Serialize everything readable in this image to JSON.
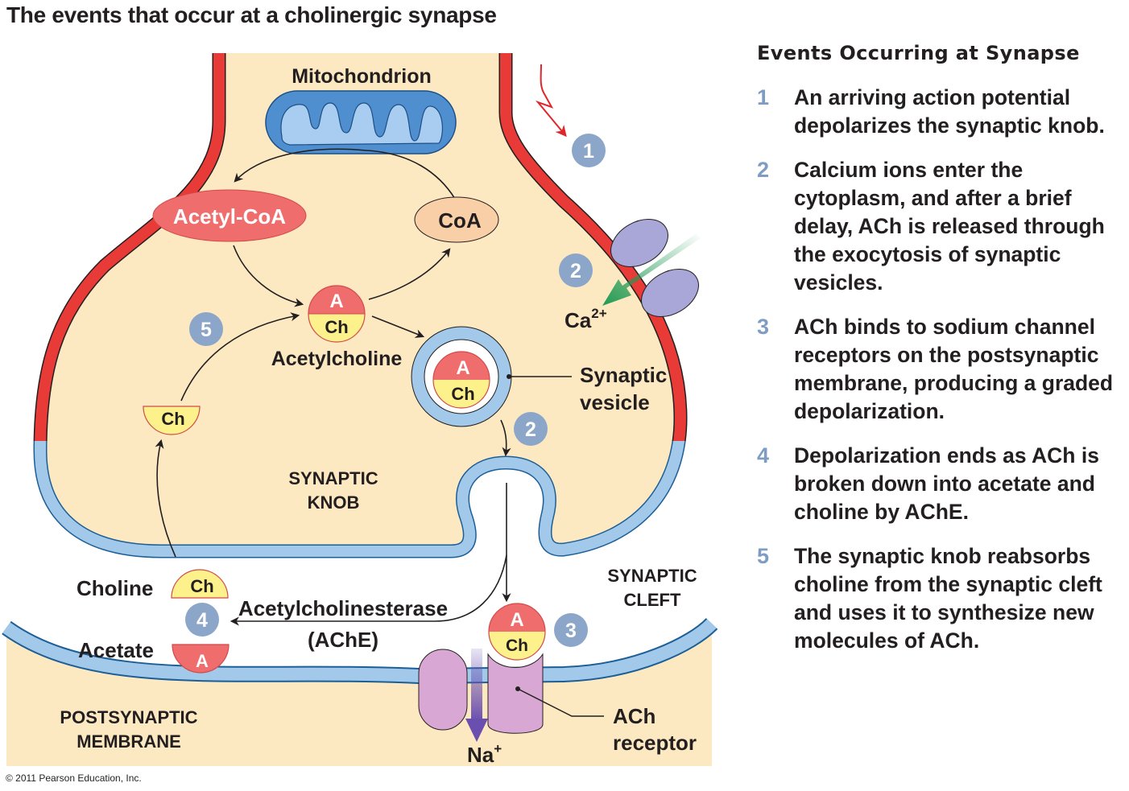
{
  "title": "The events that occur at a cholinergic synapse",
  "copyright": "© 2011 Pearson Education, Inc.",
  "colors": {
    "cytoplasm": "#fde9c1",
    "membrane_red": "#e83a36",
    "membrane_blue": "#a2c8ea",
    "acetyl": "#ef6d6d",
    "choline": "#fdf18c",
    "coa": "#f9cfa8",
    "mito_outer": "#4f8fcf",
    "mito_inner": "#a9cdf0",
    "ca_channel": "#a9a6d8",
    "receptor": "#d9a7d3",
    "badge": "#8ba6c8",
    "ca_arrow": "#1f9a55",
    "na_arrow": "#6a4fb0"
  },
  "diagram": {
    "mitochondrion": "Mitochondrion",
    "acetyl_coa": "Acetyl-CoA",
    "coa": "CoA",
    "acetylcholine": "Acetylcholine",
    "a": "A",
    "ch": "Ch",
    "synaptic_vesicle_line1": "Synaptic",
    "synaptic_vesicle_line2": "vesicle",
    "calcium": "Ca",
    "calcium_charge": "2+",
    "synaptic_knob_line1": "SYNAPTIC",
    "synaptic_knob_line2": "KNOB",
    "synaptic_cleft_line1": "SYNAPTIC",
    "synaptic_cleft_line2": "CLEFT",
    "choline": "Choline",
    "acetate": "Acetate",
    "ache_line1": "Acetylcholinesterase",
    "ache_line2": "(AChE)",
    "postsynaptic_line1": "POSTSYNAPTIC",
    "postsynaptic_line2": "MEMBRANE",
    "ach_receptor_line1": "ACh",
    "ach_receptor_line2": "receptor",
    "sodium": "Na",
    "sodium_charge": "+",
    "badges": [
      "1",
      "2",
      "2",
      "3",
      "4",
      "5"
    ]
  },
  "events_panel": {
    "heading": "Events Occurring at Synapse",
    "events": [
      {
        "number": "1",
        "text": "An arriving action potential depolarizes the synaptic knob."
      },
      {
        "number": "2",
        "text": "Calcium ions enter the cytoplasm, and after a brief delay, ACh is released through the exocytosis of synaptic vesicles."
      },
      {
        "number": "3",
        "text": "ACh binds to sodium channel receptors on the postsynaptic membrane, producing a graded depolarization."
      },
      {
        "number": "4",
        "text": "Depolarization ends as ACh is broken down into acetate and choline by AChE."
      },
      {
        "number": "5",
        "text": "The synaptic knob reabsorbs choline from the synaptic cleft and uses it to synthesize new molecules of ACh."
      }
    ]
  }
}
